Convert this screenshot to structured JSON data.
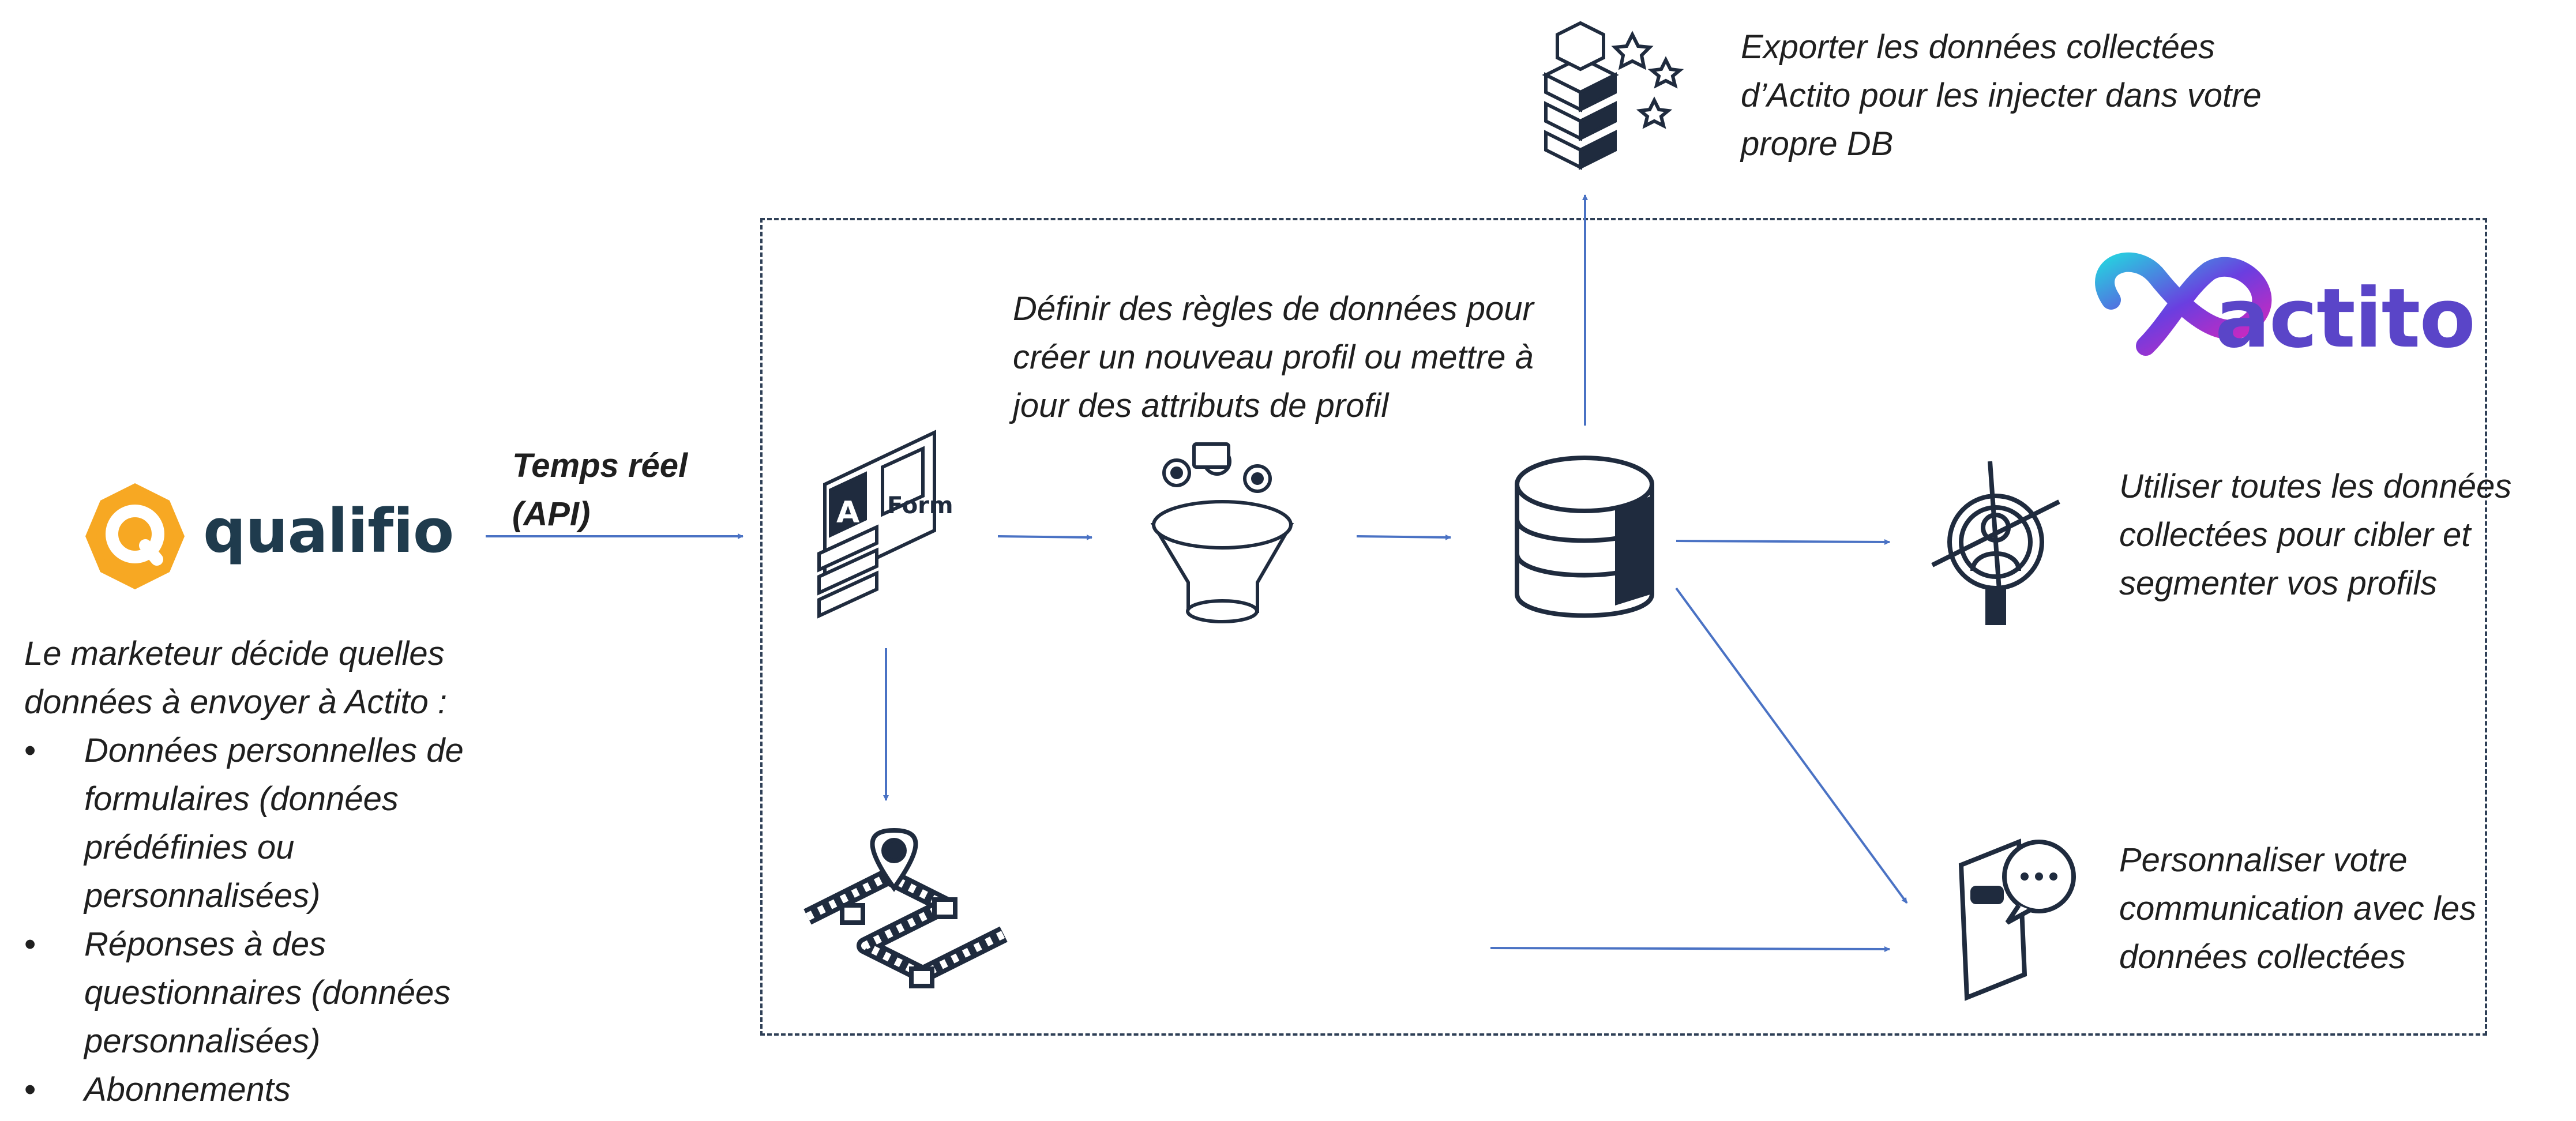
{
  "colors": {
    "arrow": "#4a72c4",
    "icon_stroke": "#1f2b3e",
    "frame_border": "#2e3f56",
    "qualifio_orange": "#f7a823",
    "qualifio_text": "#1f3b4d",
    "actito_purple": "#5a45c8",
    "actito_gradient": [
      "#2ac9e0",
      "#6a3ee0",
      "#e024b8"
    ]
  },
  "brands": {
    "qualifio": {
      "name": "qualifio",
      "icon": "qualifio-logo-icon"
    },
    "actito": {
      "name": "actito",
      "icon": "actito-logo-icon"
    }
  },
  "source": {
    "intro": "Le marketeur décide quelles données à envoyer à Actito :",
    "bullets": [
      "Données personnelles de formulaires (données prédéfinies ou personnalisées)",
      "Réponses à des questionnaires (données personnalisées)",
      "Abonnements"
    ]
  },
  "connector": {
    "label_line1": "Temps réel",
    "label_line2": "(API)"
  },
  "steps": {
    "rules": "Définir des règles de données pour créer un nouveau profil ou mettre à jour des attributs de profil",
    "export": "Exporter les données collectées d’Actito pour les injecter dans votre propre DB",
    "target": "Utiliser toutes les données collectées pour cibler et segmenter vos profils",
    "personalize": "Personnaliser votre communication avec les données collectées"
  },
  "icons": {
    "form": {
      "name": "form-icon",
      "labels": [
        "A",
        "Form"
      ]
    },
    "funnel": "funnel-icon",
    "database": "database-icon",
    "export_db": "export-database-icon",
    "target": "target-profile-icon",
    "chat": "mobile-chat-icon",
    "journey": "journey-map-icon"
  }
}
